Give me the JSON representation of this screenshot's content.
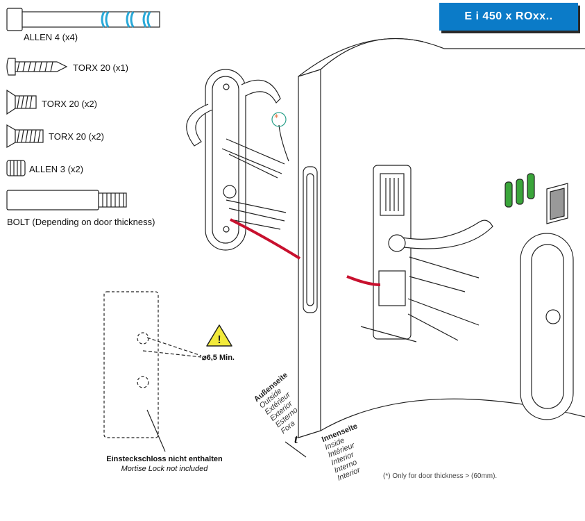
{
  "header": {
    "model_code": "E i 450 x ROxx..",
    "badge_color": "#0b7bc8"
  },
  "parts": [
    {
      "name": "allen-4-screw",
      "label": "ALLEN 4 (x4)"
    },
    {
      "name": "torx-20-self-tapping",
      "label": "TORX 20 (x1)"
    },
    {
      "name": "torx-20-short",
      "label": "TORX 20 (x2)"
    },
    {
      "name": "torx-20-long",
      "label": "TORX 20 (x2)"
    },
    {
      "name": "allen-3-grub",
      "label": "ALLEN 3 (x2)"
    },
    {
      "name": "bolt",
      "label": "BOLT (Depending on door thickness)"
    }
  ],
  "annotations": {
    "hole_diameter": "⌀6,5 Min.",
    "door_thickness_symbol": "t",
    "optional_marker": "*",
    "footnote": "(*) Only for door thickness > (60mm).",
    "mortise_note_de": "Einsteckschloss nicht enthalten",
    "mortise_note_en": "Mortise Lock not included"
  },
  "outside_labels": {
    "heading": "Außenseite",
    "lines": [
      "Outside",
      "Extérieur",
      "Exterior",
      "Esterno",
      "Fora"
    ]
  },
  "inside_labels": {
    "heading": "Innenseite",
    "lines": [
      "Inside",
      "Intérieur",
      "Interior",
      "Interno",
      "Interior"
    ]
  },
  "colors": {
    "cable": "#c8102e",
    "battery": "#3aa53a",
    "warning": "#f2ea3a",
    "screw_accent": "#29a9d8"
  }
}
